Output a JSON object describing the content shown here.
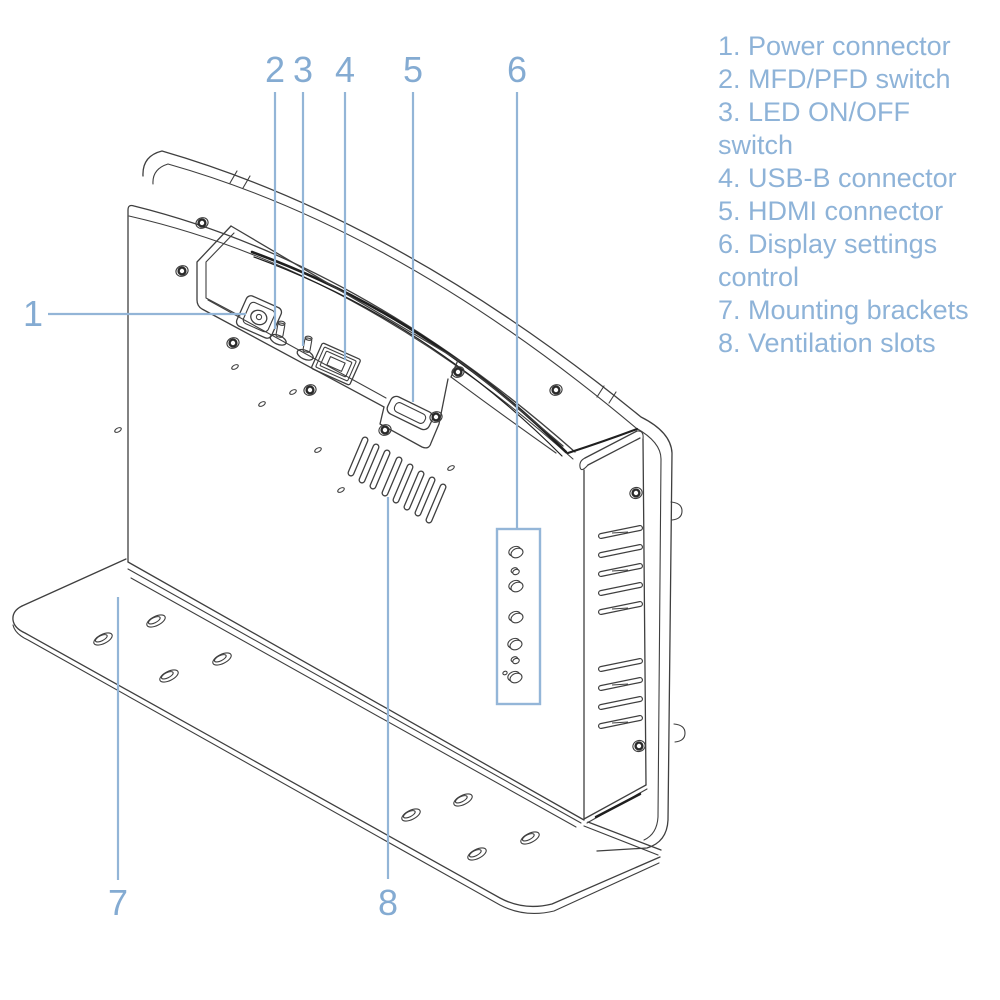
{
  "colors": {
    "accent_number": "#84abd2",
    "accent_legend": "#8eb3d8",
    "leader_line": "#93b5d7",
    "highlight_box": "#94b6d8",
    "line_art": "#3f3f3f",
    "background": "#ffffff"
  },
  "callouts": [
    {
      "number": "1",
      "label": "Power connector"
    },
    {
      "number": "2",
      "label": "MFD/PFD switch"
    },
    {
      "number": "3",
      "label": "LED ON/OFF switch"
    },
    {
      "number": "4",
      "label": "USB-B connector"
    },
    {
      "number": "5",
      "label": "HDMI connector"
    },
    {
      "number": "6",
      "label": "Display settings control"
    },
    {
      "number": "7",
      "label": "Mounting brackets"
    },
    {
      "number": "8",
      "label": "Ventilation slots"
    }
  ],
  "legend": {
    "items": [
      "1. Power connector",
      "2. MFD/PFD switch",
      "3. LED ON/OFF switch",
      "4. USB-B connector",
      "5. HDMI connector",
      "6. Display settings control",
      "7. Mounting brackets",
      "8. Ventilation slots"
    ]
  }
}
